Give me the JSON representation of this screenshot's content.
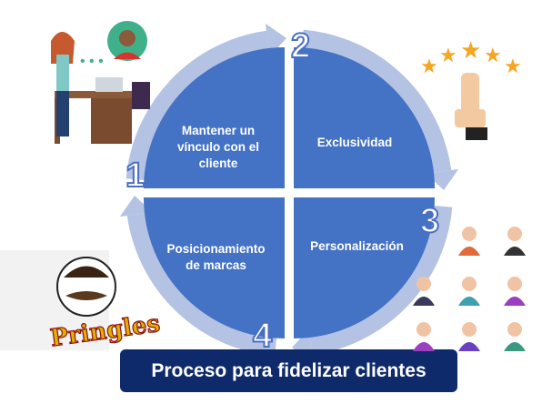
{
  "title": "Proceso para fidelizar clientes",
  "steps": [
    {
      "number": "1",
      "label": "Mantener un vínculo con el cliente"
    },
    {
      "number": "2",
      "label": "Exclusividad"
    },
    {
      "number": "3",
      "label": "Personalización"
    },
    {
      "number": "4",
      "label": "Posicionamiento de marcas"
    }
  ],
  "logo_text": "Pringles",
  "colors": {
    "quadrant": "#4472c4",
    "ring": "#b4c3e3",
    "title_bg": "#0f2a6b"
  }
}
